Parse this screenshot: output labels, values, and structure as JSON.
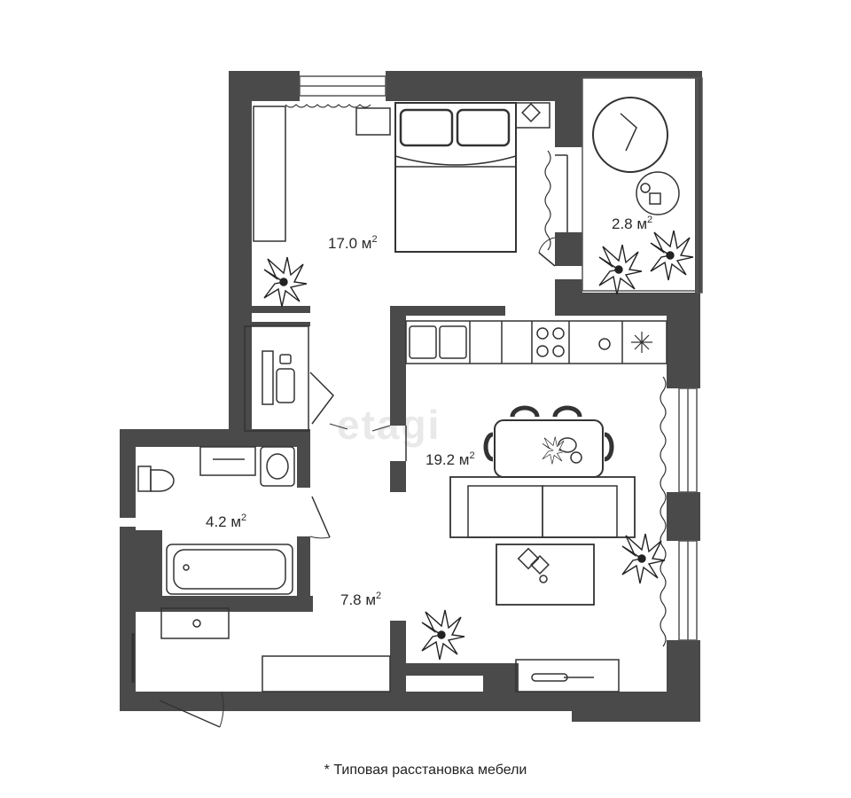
{
  "watermark": "etagi",
  "rooms": [
    {
      "id": "bedroom",
      "area": "17.0 м",
      "unit_sup": "2"
    },
    {
      "id": "balcony",
      "area": "2.8 м",
      "unit_sup": "2"
    },
    {
      "id": "living-kitchen",
      "area": "19.2 м",
      "unit_sup": "2"
    },
    {
      "id": "bathroom",
      "area": "4.2 м",
      "unit_sup": "2"
    },
    {
      "id": "hallway",
      "area": "7.8 м",
      "unit_sup": "2"
    }
  ],
  "footnote": "* Типовая расстановка мебели",
  "colors": {
    "wall": "#4a4a4b",
    "furniture_stroke": "#333333",
    "background": "#ffffff"
  }
}
